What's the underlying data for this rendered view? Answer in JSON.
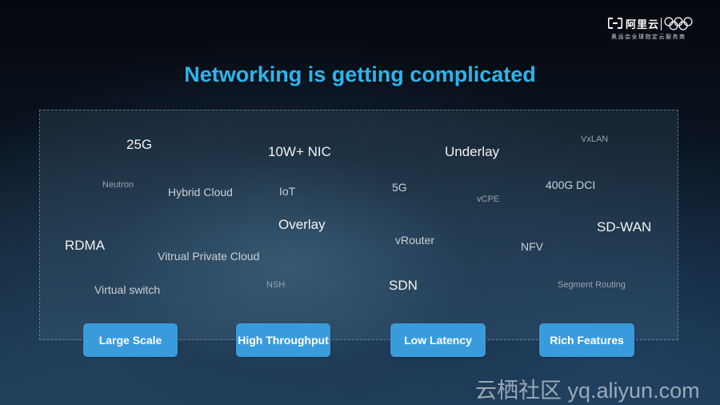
{
  "logo": {
    "name": "阿里云",
    "subtitle": "奥运会全球指定云服务商"
  },
  "title": "Networking is getting complicated",
  "keywords": [
    {
      "id": "25g",
      "text": "25G"
    },
    {
      "id": "10w-nic",
      "text": "10W+  NIC"
    },
    {
      "id": "underlay",
      "text": "Underlay"
    },
    {
      "id": "vxlan",
      "text": "VxLAN"
    },
    {
      "id": "neutron",
      "text": "Neutron"
    },
    {
      "id": "hybrid-cloud",
      "text": "Hybrid Cloud"
    },
    {
      "id": "iot",
      "text": "IoT"
    },
    {
      "id": "5g",
      "text": "5G"
    },
    {
      "id": "vcpe",
      "text": "vCPE"
    },
    {
      "id": "400g-dci",
      "text": "400G DCI"
    },
    {
      "id": "overlay",
      "text": "Overlay"
    },
    {
      "id": "sd-wan",
      "text": "SD-WAN"
    },
    {
      "id": "rdma",
      "text": "RDMA"
    },
    {
      "id": "vrouter",
      "text": "vRouter"
    },
    {
      "id": "nfv",
      "text": "NFV"
    },
    {
      "id": "vpc",
      "text": "Vitrual Private Cloud"
    },
    {
      "id": "virtual-switch",
      "text": "Virtual switch"
    },
    {
      "id": "nsh",
      "text": "NSH"
    },
    {
      "id": "sdn",
      "text": "SDN"
    },
    {
      "id": "segment-routing",
      "text": "Segment Routing"
    }
  ],
  "buttons": [
    {
      "id": "large-scale",
      "label": "Large Scale"
    },
    {
      "id": "high-throughput",
      "label": "High Throughput"
    },
    {
      "id": "low-latency",
      "label": "Low Latency"
    },
    {
      "id": "rich-features",
      "label": "Rich Features"
    }
  ],
  "watermark": "云栖社区 yq.aliyun.com"
}
